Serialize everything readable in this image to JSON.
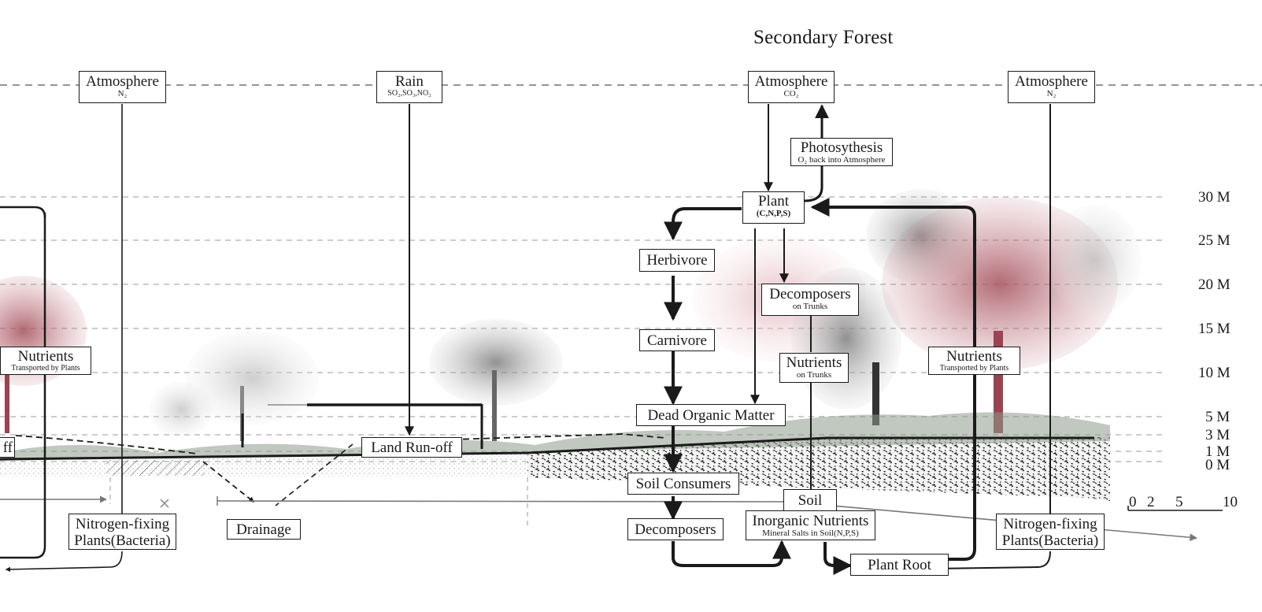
{
  "title": "Secondary Forest",
  "boxes": {
    "atm_n2_left": {
      "main": "Atmosphere",
      "sub": "N₂"
    },
    "rain": {
      "main": "Rain",
      "sub": "SO₂,SO₃,NO₂"
    },
    "atm_co2": {
      "main": "Atmosphere",
      "sub": "CO₂"
    },
    "atm_n2_right": {
      "main": "Atmosphere",
      "sub": "N₂"
    },
    "photosynthesis": {
      "main": "Photosythesis",
      "sub": "O₂ back into Atmosphere"
    },
    "plant": {
      "main": "Plant",
      "sub": "(C,N,P,S)"
    },
    "herbivore": {
      "main": "Herbivore"
    },
    "carnivore": {
      "main": "Carnivore"
    },
    "decomposers_trunks": {
      "main": "Decomposers",
      "sub": "on Trunks"
    },
    "nutrients_trunks": {
      "main": "Nutrients",
      "sub": "on Trunks"
    },
    "nutrients_left": {
      "main": "Nutrients",
      "sub": "Transported by Plants"
    },
    "nutrients_right": {
      "main": "Nutrients",
      "sub": "Transported by Plants"
    },
    "dead_organic": {
      "main": "Dead Organic Matter"
    },
    "land_runoff": {
      "main": "Land Run-off"
    },
    "runoff_cut": {
      "main": "ff"
    },
    "soil_consumers": {
      "main": "Soil Consumers"
    },
    "soil": {
      "main": "Soil"
    },
    "inorganic": {
      "main": "Inorganic Nutrients",
      "sub": "Mineral Salts in Soil(N,P,S)"
    },
    "decomposers": {
      "main": "Decomposers"
    },
    "drainage": {
      "main": "Drainage"
    },
    "nfix_left": {
      "main": "Nitrogen-fixing",
      "sub": "Plants(Bacteria)"
    },
    "nfix_right": {
      "main": "Nitrogen-fixing",
      "sub": "Plants(Bacteria)"
    },
    "plant_root": {
      "main": "Plant Root"
    }
  },
  "height_labels": [
    "30 M",
    "25 M",
    "20 M",
    "15 M",
    "10 M",
    "5 M",
    "3 M",
    "1 M",
    "0 M"
  ],
  "scale_labels": [
    "0",
    "2",
    "5",
    "10"
  ],
  "colors": {
    "line": "#1a1a1a",
    "guide": "#8a8a8a",
    "tree_red": "#b5616a",
    "tree_gray": "#9a9a9a",
    "grass": "#7a8a78"
  }
}
